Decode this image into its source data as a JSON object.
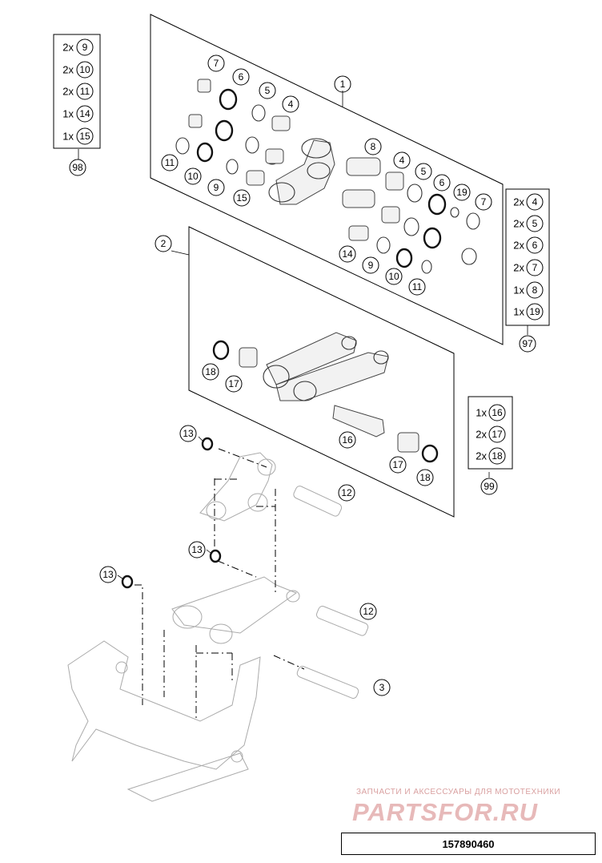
{
  "callouts": {
    "c1": "1",
    "c2": "2",
    "c3": "3",
    "c4a": "4",
    "c4b": "4",
    "c5a": "5",
    "c5b": "5",
    "c6a": "6",
    "c6b": "6",
    "c7a": "7",
    "c7b": "7",
    "c8": "8",
    "c9a": "9",
    "c9b": "9",
    "c10a": "10",
    "c10b": "10",
    "c11a": "11",
    "c11b": "11",
    "c12a": "12",
    "c12b": "12",
    "c13a": "13",
    "c13b": "13",
    "c13c": "13",
    "c14": "14",
    "c15": "15",
    "c16": "16",
    "c17a": "17",
    "c17b": "17",
    "c18a": "18",
    "c18b": "18",
    "c19": "19"
  },
  "kit98": {
    "label": "98",
    "rows": [
      {
        "qty": "2x",
        "part": "9"
      },
      {
        "qty": "2x",
        "part": "10"
      },
      {
        "qty": "2x",
        "part": "11"
      },
      {
        "qty": "1x",
        "part": "14"
      },
      {
        "qty": "1x",
        "part": "15"
      }
    ]
  },
  "kit97": {
    "label": "97",
    "rows": [
      {
        "qty": "2x",
        "part": "4"
      },
      {
        "qty": "2x",
        "part": "5"
      },
      {
        "qty": "2x",
        "part": "6"
      },
      {
        "qty": "2x",
        "part": "7"
      },
      {
        "qty": "1x",
        "part": "8"
      },
      {
        "qty": "1x",
        "part": "19"
      }
    ]
  },
  "kit99": {
    "label": "99",
    "rows": [
      {
        "qty": "1x",
        "part": "16"
      },
      {
        "qty": "2x",
        "part": "17"
      },
      {
        "qty": "2x",
        "part": "18"
      }
    ]
  },
  "watermark": {
    "subtitle": "ЗАПЧАСТИ И АКСЕССУАРЫ ДЛЯ МОТОТЕХНИКИ",
    "logo": "PARTSFOR.RU"
  },
  "document_number": "157890460"
}
